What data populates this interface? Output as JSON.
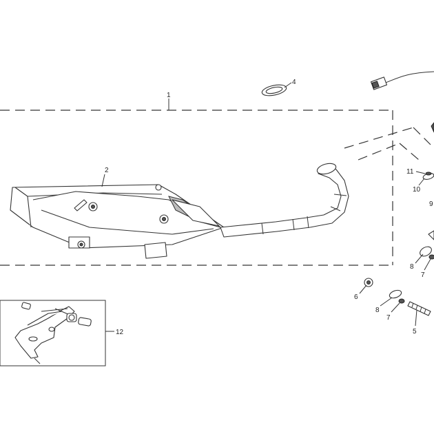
{
  "callouts": {
    "c1": "1",
    "c2": "2",
    "c4": "4",
    "c5": "5",
    "c6": "6",
    "c7a": "7",
    "c7b": "7",
    "c8a": "8",
    "c8b": "8",
    "c9": "9",
    "c10": "10",
    "c11": "11",
    "c12": "12"
  }
}
